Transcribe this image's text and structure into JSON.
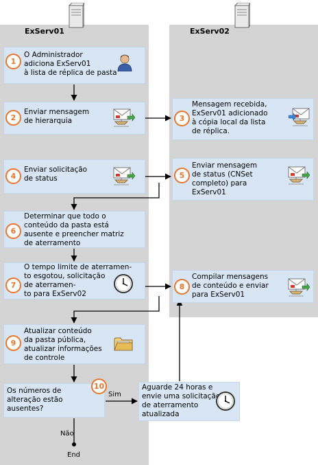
{
  "lanes": {
    "left_title": "ExServ01",
    "right_title": "ExServ02"
  },
  "steps": [
    {
      "num": "1",
      "text": "O Administrador\nadiciona ExServ01\nà lista de réplica de pasta",
      "icon": "user-icon"
    },
    {
      "num": "2",
      "text": "Enviar mensagem\nde hierarquia",
      "icon": "send-message-icon"
    },
    {
      "num": "3",
      "text": "Mensagem recebida,\nExServ01 adicionado\nà cópia local da lista\nde réplica.",
      "icon": "receive-message-icon"
    },
    {
      "num": "4",
      "text": "Enviar solicitação\nde status",
      "icon": "send-message-icon"
    },
    {
      "num": "5",
      "text": "Enviar mensagem\nde status (CNSet\ncompleto) para\nExServ01",
      "icon": "send-message-icon"
    },
    {
      "num": "6",
      "text": "Determinar que todo o\nconteúdo da pasta está\nausente e preencher matriz\nde aterramento",
      "icon": ""
    },
    {
      "num": "7",
      "text": "O tempo limite de aterramen-\nto esgotou, solicitação\nde aterramen-\nto para ExServ02",
      "icon": "clock-icon"
    },
    {
      "num": "8",
      "text": "Compilar mensagens\nde conteúdo e enviar\npara ExServ01",
      "icon": "send-message-icon"
    },
    {
      "num": "9",
      "text": "Atualizar conteúdo\nda pasta pública,\natualizar informações\nde controle",
      "icon": "folder-icon"
    },
    {
      "num": "10",
      "text": "Aguarde 24 horas e\nenvie uma solicitação\nde aterramento\natualizada",
      "icon": "clock-icon"
    }
  ],
  "decision": {
    "text": "Os números de\nalteração estão\nausentes?",
    "yes_label": "Sim",
    "no_label": "Não",
    "end_label": "End"
  }
}
